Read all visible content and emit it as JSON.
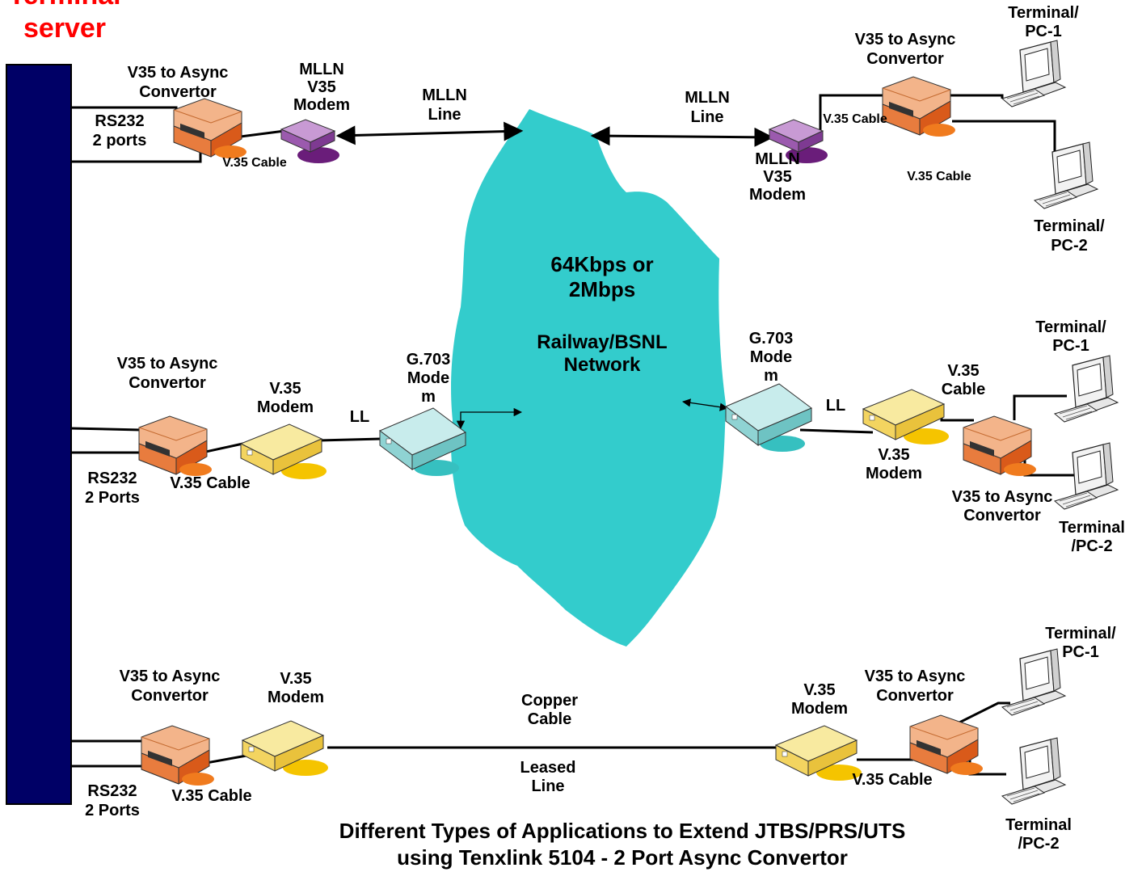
{
  "terminal_server": {
    "line1": "Terminal",
    "line2": "server",
    "color": "#ff0000",
    "bar_color": "#000066"
  },
  "cloud": {
    "color": "#33cccc",
    "speed_line1": "64Kbps or",
    "speed_line2": "2Mbps",
    "network_line1": "Railway/BSNL",
    "network_line2": "Network"
  },
  "row1": {
    "left_convertor": {
      "line1": "V35 to Async",
      "line2": "Convertor"
    },
    "left_ports": {
      "line1": "RS232",
      "line2": "2 ports"
    },
    "left_cable": "V.35 Cable",
    "left_modem": {
      "line1": "MLLN",
      "line2": "V35",
      "line3": "Modem"
    },
    "left_line": {
      "line1": "MLLN",
      "line2": "Line"
    },
    "right_line": {
      "line1": "MLLN",
      "line2": "Line"
    },
    "right_modem": {
      "line1": "MLLN",
      "line2": "V35",
      "line3": "Modem"
    },
    "right_cable_top": "V.35 Cable",
    "right_convertor": {
      "line1": "V35 to Async",
      "line2": "Convertor"
    },
    "right_cable_bottom": "V.35 Cable",
    "pc1": {
      "line1": "Terminal/",
      "line2": "PC-1"
    },
    "pc2": {
      "line1": "Terminal/",
      "line2": "PC-2"
    }
  },
  "row2": {
    "left_convertor": {
      "line1": "V35 to Async",
      "line2": "Convertor"
    },
    "left_ports": {
      "line1": "RS232",
      "line2": "2 Ports"
    },
    "left_cable": "V.35 Cable",
    "left_v35_modem": {
      "line1": "V.35",
      "line2": "Modem"
    },
    "left_ll": "LL",
    "left_g703": {
      "line1": "G.703",
      "line2": "Mode",
      "line3": "m"
    },
    "right_g703": {
      "line1": "G.703",
      "line2": "Mode",
      "line3": "m"
    },
    "right_ll": "LL",
    "right_v35_modem": {
      "line1": "V.35",
      "line2": "Modem"
    },
    "right_cable": {
      "line1": "V.35",
      "line2": "Cable"
    },
    "right_convertor": {
      "line1": "V35 to Async",
      "line2": "Convertor"
    },
    "pc1": {
      "line1": "Terminal/",
      "line2": "PC-1"
    },
    "pc2": {
      "line1": "Terminal",
      "line2": "/PC-2"
    }
  },
  "row3": {
    "left_convertor": {
      "line1": "V35 to Async",
      "line2": "Convertor"
    },
    "left_ports": {
      "line1": "RS232",
      "line2": "2 Ports"
    },
    "left_cable": "V.35 Cable",
    "left_v35_modem": {
      "line1": "V.35",
      "line2": "Modem"
    },
    "copper": {
      "line1": "Copper",
      "line2": "Cable"
    },
    "leased": {
      "line1": "Leased",
      "line2": "Line"
    },
    "right_v35_modem": {
      "line1": "V.35",
      "line2": "Modem"
    },
    "right_cable": "V.35 Cable",
    "right_convertor": {
      "line1": "V35 to Async",
      "line2": "Convertor"
    },
    "pc1": {
      "line1": "Terminal/",
      "line2": "PC-1"
    },
    "pc2": {
      "line1": "Terminal",
      "line2": "/PC-2"
    }
  },
  "caption": {
    "line1": "Different Types of Applications to Extend JTBS/PRS/UTS",
    "line2": "using Tenxlink 5104 - 2 Port Async Convertor"
  },
  "colors": {
    "convertor_top": "#f7c9a6",
    "convertor_side": "#e86f2a",
    "mlln_modem": "#7a2a8a",
    "v35_modem": "#f5d24a",
    "g703_modem": "#9fd8d8",
    "line": "#000000"
  }
}
